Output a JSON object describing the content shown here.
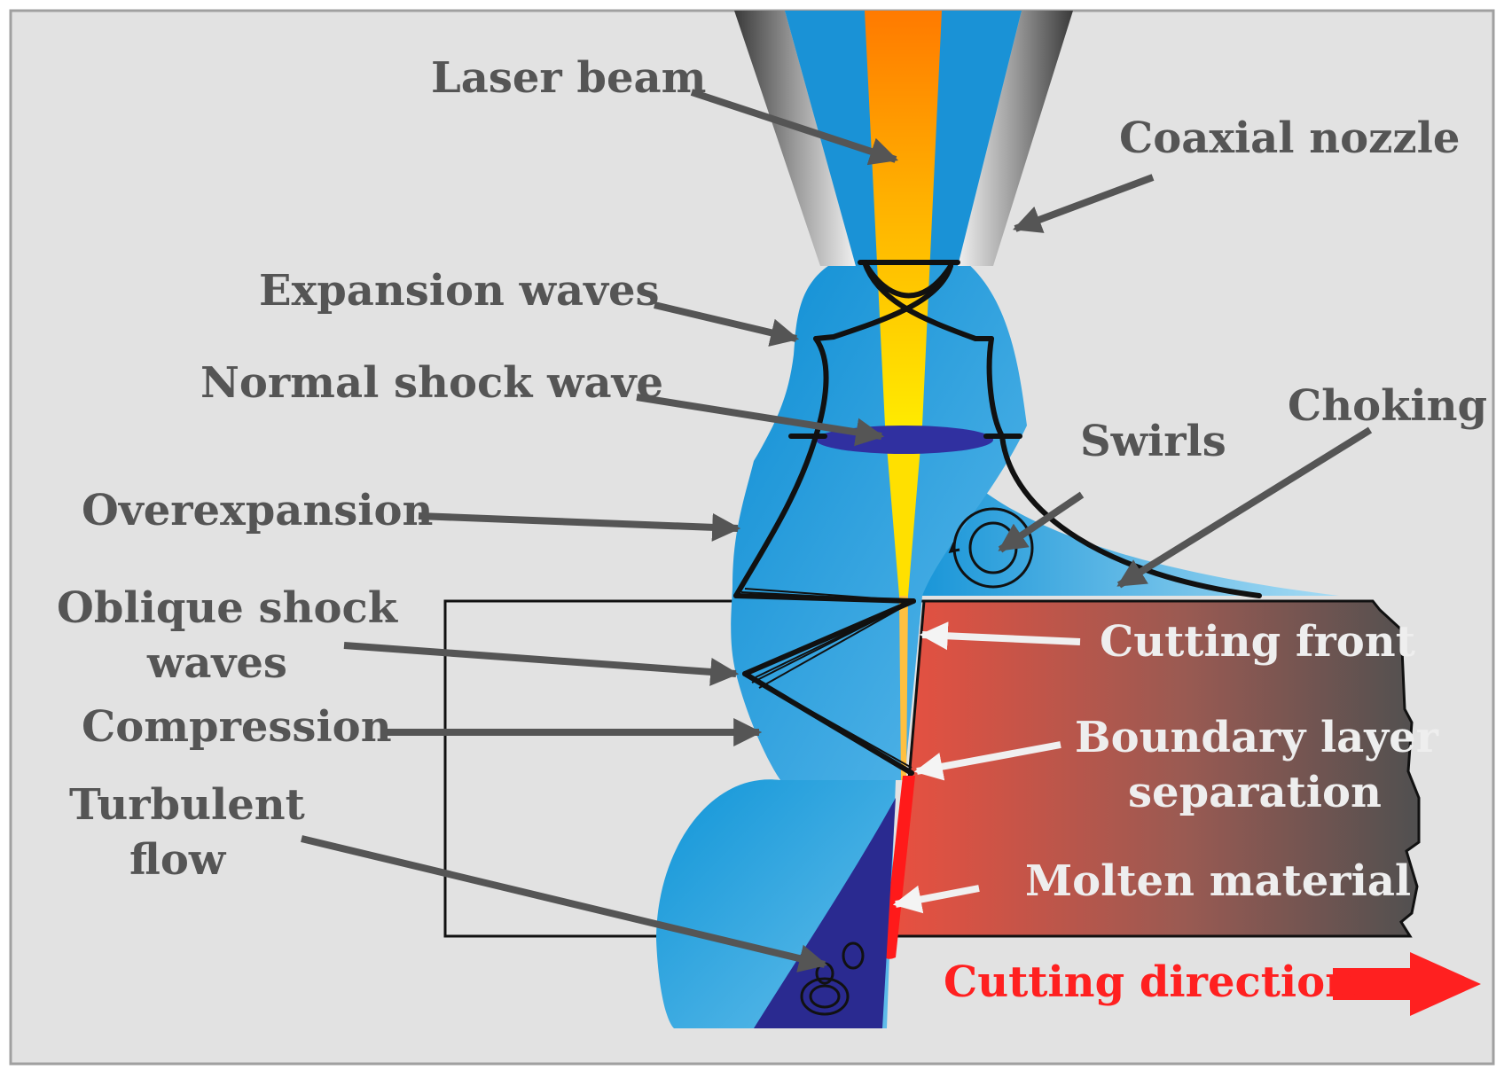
{
  "labels": {
    "laser_beam": "Laser beam",
    "coaxial_nozzle": "Coaxial nozzle",
    "expansion_waves": "Expansion waves",
    "normal_shock_wave": "Normal shock wave",
    "choking": "Choking",
    "swirls": "Swirls",
    "overexpansion": "Overexpansion",
    "oblique_shock_waves_line1": "Oblique shock",
    "oblique_shock_waves_line2": "waves",
    "compression": "Compression",
    "turbulent_flow_line1": "Turbulent",
    "turbulent_flow_line2": "flow",
    "cutting_front": "Cutting front",
    "boundary_layer_line1": "Boundary layer",
    "boundary_layer_line2": "separation",
    "molten_material": "Molten material",
    "cutting_direction": "Cutting direction"
  },
  "colors": {
    "background": "#e2e2e2",
    "gas_jet": "#1e9ad8",
    "laser_core": "#ff8a00",
    "laser_tip": "#ffe000",
    "nozzle_gray": "#8a8a8a",
    "workpiece_hot": "#e05040",
    "workpiece_cold": "#5a5a5a",
    "molten": "#ff1a1a",
    "turbulence": "#2a2a90",
    "arrow_dark": "#555555",
    "arrow_light": "#f0f0f0",
    "direction_red": "#ff2020"
  }
}
